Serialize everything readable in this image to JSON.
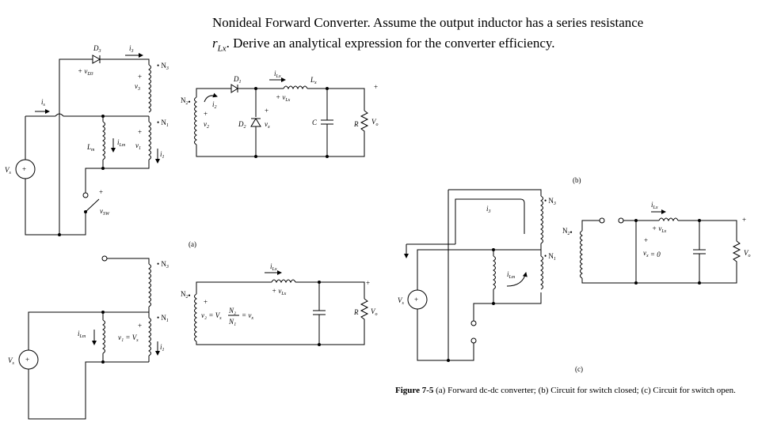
{
  "problem": {
    "line1": "Nonideal Forward Converter. Assume the output inductor has a series resistance",
    "symbol_main": "r",
    "symbol_sub": "Lx",
    "line2_rest": ". Derive an analytical expression for the converter efficiency."
  },
  "caption": {
    "figure": "Figure 7-5",
    "text": "(a) Forward dc-dc converter; (b) Circuit for switch closed; (c) Circuit for switch open."
  },
  "labels": {
    "panel_a": "(a)",
    "panel_b": "(b)",
    "panel_c": "(c)",
    "vs": "V",
    "vs_sub": "s",
    "is": "i",
    "is_sub": "s",
    "d3": "D",
    "d3_sub": "3",
    "vd3": "+  v",
    "vd3_sub": "D3",
    "i3": "i",
    "i3_sub": "3",
    "n3": "• N",
    "n3_sub": "3",
    "n1": "• N",
    "n1_sub": "1",
    "n2": "N",
    "n2_sub": "2",
    "v3": "v",
    "v3_sub": "3",
    "v1": "v",
    "v1_sub": "1",
    "v2": "v",
    "v2_sub": "2",
    "lm": "L",
    "lm_sub": "m",
    "ilm": "i",
    "ilm_sub": "Lm",
    "i1": "i",
    "i1_sub": "1",
    "i2": "i",
    "i2_sub": "2",
    "vsw": "v",
    "vsw_sub": "SW",
    "d1": "D",
    "d1_sub": "1",
    "d2": "D",
    "d2_sub": "2",
    "ilx": "i",
    "ilx_sub": "Lx",
    "lx": "L",
    "lx_sub": "x",
    "vlx": "+  v",
    "vlx_sub": "Lx",
    "vx": "v",
    "vx_sub": "x",
    "c": "C",
    "r": "R",
    "vo": "V",
    "vo_sub": "o",
    "plus": "+",
    "v1_eq_vs": "v₁ = V",
    "v1_eq_sub": "s",
    "v2_eq": "v₂ = V",
    "v2_eq_sub": "s",
    "n2_over_n1_num": "N₂",
    "n2_over_n1_den": "N₁",
    "v2_eq_tail": "= v",
    "v2_eq_tail_sub": "x",
    "vx_eq_0": "v",
    "vx_eq_0_sub": "x",
    "vx_eq_0_tail": " = 0"
  }
}
